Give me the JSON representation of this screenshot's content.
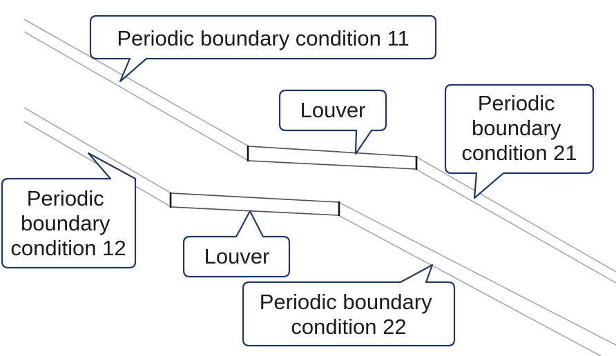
{
  "colors": {
    "boundary_line": "#a8a8a8",
    "louver_line": "#555555",
    "louver_edge": "#111111",
    "callout_border": "#1f3864",
    "callout_fill": "#ffffff",
    "text": "#1a1a1a"
  },
  "labels": {
    "pbc11": [
      "Periodic boundary condition 11"
    ],
    "pbc21": [
      "Periodic",
      "boundary",
      "condition 21"
    ],
    "pbc12": [
      "Periodic",
      "boundary",
      "condition 12"
    ],
    "pbc22": [
      "Periodic boundary",
      "condition 22"
    ],
    "louver_upper": [
      "Louver"
    ],
    "louver_lower": [
      "Louver"
    ]
  }
}
